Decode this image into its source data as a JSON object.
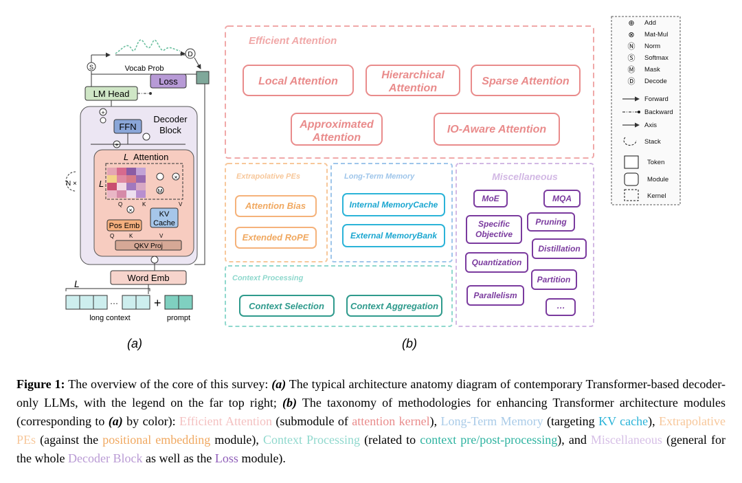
{
  "fig_a": {
    "vocab_prob": "Vocab Prob",
    "loss": "Loss",
    "lm_head": "LM Head",
    "decoder": "Decoder",
    "block": "Block",
    "ffn": "FFN",
    "attention_L": "L",
    "attention": "Attention",
    "matrix_L": "L",
    "q": "Q",
    "k": "K",
    "v": "V",
    "kv_cache_1": "KV",
    "kv_cache_2": "Cache",
    "pos_emb": "Pos Emb",
    "qkv_proj": "QKV Proj",
    "nx": "N ×",
    "word_emb": "Word Emb",
    "seq_L": "L",
    "dots": "···",
    "plus": "+",
    "long_context": "long context",
    "prompt": "prompt",
    "panel_label": "(a)"
  },
  "legend": {
    "items": [
      {
        "sym": "⊕",
        "label": "Add"
      },
      {
        "sym": "⊗",
        "label": "Mat-Mul"
      },
      {
        "sym": "Ⓝ",
        "label": "Norm"
      },
      {
        "sym": "Ⓢ",
        "label": "Softmax"
      },
      {
        "sym": "Ⓜ",
        "label": "Mask"
      },
      {
        "sym": "Ⓓ",
        "label": "Decode"
      },
      {
        "sym": "",
        "label": "Forward"
      },
      {
        "sym": "",
        "label": "Backward"
      },
      {
        "sym": "",
        "label": "Axis"
      },
      {
        "sym": "",
        "label": "Stack"
      },
      {
        "sym": "",
        "label": "Token"
      },
      {
        "sym": "",
        "label": "Module"
      },
      {
        "sym": "",
        "label": "Kernel"
      }
    ]
  },
  "fig_b": {
    "panel_label": "(b)",
    "efficient_attention": {
      "title": "Efficient Attention",
      "items": [
        "Local Attention",
        "Hierarchical",
        "Attention",
        "Sparse Attention",
        "Approximated",
        "Attention",
        "IO-Aware Attention"
      ]
    },
    "extrapolative": {
      "title": "Extrapolative PEs",
      "items": [
        "Attention Bias",
        "Extended RoPE"
      ]
    },
    "long_term_memory": {
      "title": "Long-Term Memory",
      "items": [
        "Internal MemoryCache",
        "External MemoryBank"
      ]
    },
    "context_processing": {
      "title": "Context Processing",
      "items": [
        "Context Selection",
        "Context Aggregation"
      ]
    },
    "misc": {
      "title": "Miscellaneous",
      "items": [
        "MoE",
        "MQA",
        "Specific",
        "Objective",
        "Pruning",
        "Distillation",
        "Quantization",
        "Partition",
        "Parallelism",
        "···"
      ]
    }
  },
  "caption": {
    "figure": "Figure 1:",
    "t1": " The overview of the core of this survey: ",
    "a": "(a)",
    "t2": " The typical architecture anatomy diagram of contemporary Transformer-based decoder-only LLMs, with the legend on the far top right; ",
    "b": "(b)",
    "t3": " The taxonomy of methodologies for enhancing Transformer architecture modules (corresponding to ",
    "a2": "(a)",
    "t4": " by color): ",
    "c1": "Efficient Attention",
    "t5": " (submodule of ",
    "c2": "attention kernel",
    "t6": "), ",
    "c3": "Long-Term Memory",
    "t7": " (targeting ",
    "c4": "KV cache",
    "t8": "), ",
    "c5": "Extrapolative PEs",
    "t9": " (against the ",
    "c6": "positional embedding",
    "t10": " module), ",
    "c7": "Context Processing",
    "t11": " (related to ",
    "c8": "context pre/post-processing",
    "t12": "), and ",
    "c9": "Miscellaneous",
    "t13": " (general for the whole ",
    "c10": "Decoder Block",
    "t14": " as well as the ",
    "c11": "Loss",
    "t15": " module)."
  },
  "colors": {
    "efficient": "#e98b8b",
    "memory": "#9ec5ea",
    "memory_item": "#2ab3d8",
    "extrapolative": "#f7c79a",
    "extrapolative_item": "#f0a860",
    "context": "#8fd8cd",
    "context_item": "#2e9a8c",
    "misc": "#d2b8e4",
    "misc_item": "#7a3a9e"
  }
}
